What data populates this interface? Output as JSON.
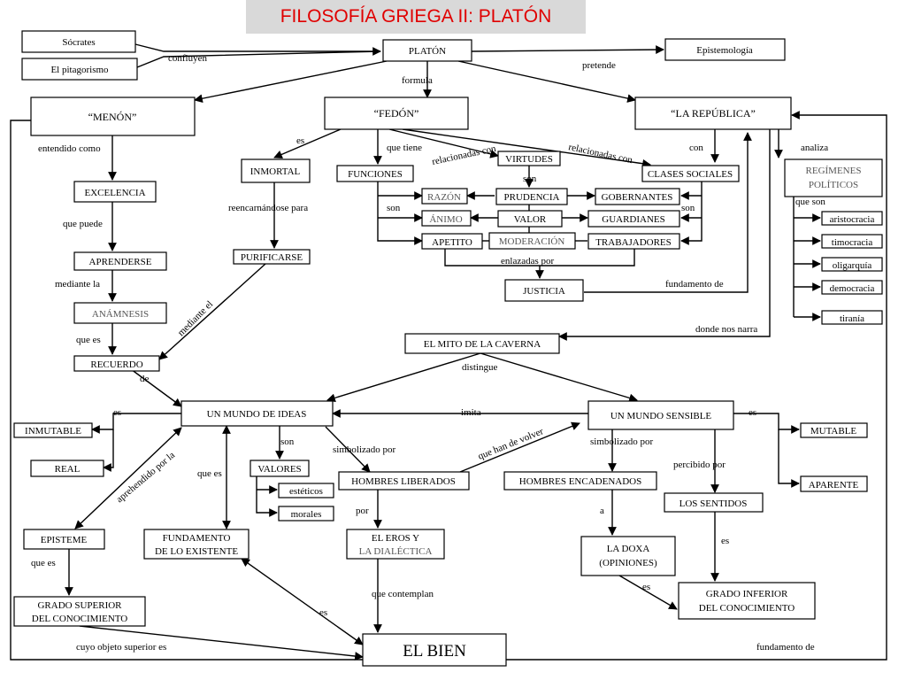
{
  "title": "FILOSOFÍA GRIEGA II: PLATÓN",
  "nodes": {
    "socrates": "Sócrates",
    "pitagorismo": "El pitagorismo",
    "platon": "PLATÓN",
    "epistemologia": "Epistemología",
    "menon": "“MENÓN”",
    "fedon": "“FEDÓN”",
    "republica": "“LA REPÚBLICA”",
    "excelencia": "EXCELENCIA",
    "aprenderse": "APRENDERSE",
    "anamnesis": "ANÁMNESIS",
    "recuerdo": "RECUERDO",
    "inmortal": "INMORTAL",
    "purificarse": "PURIFICARSE",
    "funciones": "FUNCIONES",
    "virtudes": "VIRTUDES",
    "clases": "CLASES SOCIALES",
    "razon": "RAZÓN",
    "prudencia": "PRUDENCIA",
    "gobernantes": "GOBERNANTES",
    "animo": "ÁNIMO",
    "valor": "VALOR",
    "guardianes": "GUARDIANES",
    "apetito": "APETITO",
    "moderacion": "MODERACIÓN",
    "trabajadores": "TRABAJADORES",
    "justicia": "JUSTICIA",
    "regimenes_1": "REGÍMENES",
    "regimenes_2": "POLÍTICOS",
    "aristocracia": "aristocracia",
    "timocracia": "timocracia",
    "oligarquia": "oligarquía",
    "democracia": "democracia",
    "tirania": "tiranía",
    "caverna": "EL MITO DE LA CAVERNA",
    "mundo_ideas": "UN MUNDO DE IDEAS",
    "mundo_sensible": "UN MUNDO SENSIBLE",
    "inmutable": "INMUTABLE",
    "real": "REAL",
    "mutable": "MUTABLE",
    "aparente": "APARENTE",
    "valores": "VALORES",
    "esteticos": "estéticos",
    "morales": "morales",
    "hombres_liberados": "HOMBRES LIBERADOS",
    "hombres_encadenados": "HOMBRES ENCADENADOS",
    "los_sentidos": "LOS SENTIDOS",
    "episteme": "EPISTEME",
    "fundamento_1": "FUNDAMENTO",
    "fundamento_2": "DE LO EXISTENTE",
    "eros_1": "EL EROS Y",
    "eros_2": "LA DIALÉCTICA",
    "doxa_1": "LA DOXA",
    "doxa_2": "(OPINIONES)",
    "grado_sup_1": "GRADO SUPERIOR",
    "grado_sup_2": "DEL CONOCIMIENTO",
    "grado_inf_1": "GRADO INFERIOR",
    "grado_inf_2": "DEL CONOCIMIENTO",
    "el_bien": "EL BIEN"
  },
  "labels": {
    "confluyen": "confluyen",
    "pretende": "pretende",
    "formula": "formula",
    "entendido_como": "entendido como",
    "que_puede": "que puede",
    "mediante_la": "mediante la",
    "que_es_1": "que es",
    "de": "de",
    "es_fedon": "es",
    "reencarnandose": "reencarnándose para",
    "mediante_el": "mediante el",
    "que_tiene": "que tiene",
    "relacionadas_con_1": "relacionadas con",
    "relacionadas_con_2": "relacionadas con",
    "con": "con",
    "analiza": "analiza",
    "que_son": "que son",
    "son_1": "son",
    "son_2": "son",
    "son_3": "son",
    "enlazadas_por": "enlazadas por",
    "fundamento_de_1": "fundamento de",
    "donde_nos_narra": "donde nos narra",
    "distingue": "distingue",
    "es_ideas": "es",
    "imita": "imita",
    "es_sensible": "es",
    "son_valores": "son",
    "simbolizado_por_1": "simbolizado por",
    "que_han_de_volver": "que han de volver",
    "simbolizado_por_2": "simbolizado por",
    "percibido_por": "percibido por",
    "aprehendido_por_la": "aprehendido   por la",
    "que_es_2": "que es",
    "por": "por",
    "a": "a",
    "que_es_3": "que  es",
    "es_sentidos": "es",
    "es_doxa": "es",
    "que_contemplan": "que contemplan",
    "es_fundamento": "es",
    "cuyo_objeto": "cuyo objeto superior es",
    "fundamento_de_2": "fundamento de"
  }
}
